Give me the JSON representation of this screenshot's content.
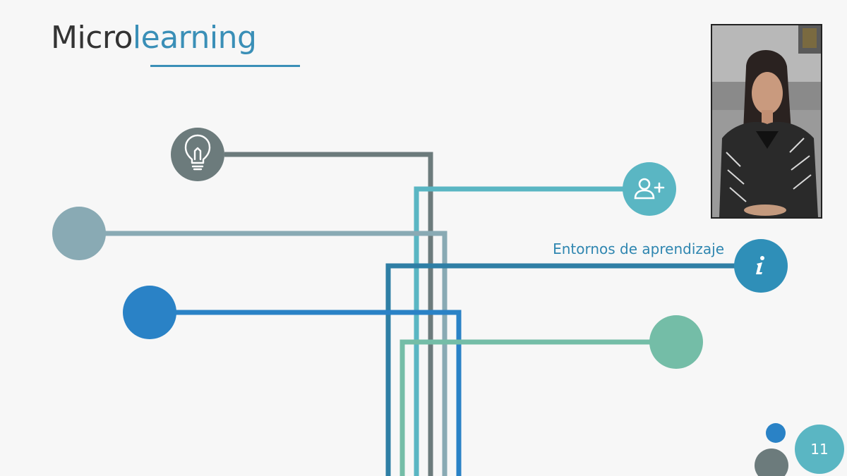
{
  "slide": {
    "title_part1": "Micro",
    "title_part2": "learning",
    "label_info": "Entornos de aprendizaje",
    "slide_number": "11"
  },
  "colors": {
    "title_dark": "#333333",
    "accent_blue": "#3a8fb7",
    "gray": "#6c7b7c",
    "teal": "#5ab6c3",
    "light_slate": "#89aab4",
    "mid_blue": "#2f7fa5",
    "bright_blue": "#2a82c6",
    "mint": "#74bda7"
  },
  "icons": {
    "node1": "lightbulb-icon",
    "node2": "add-user-icon",
    "node4": "info-icon"
  }
}
